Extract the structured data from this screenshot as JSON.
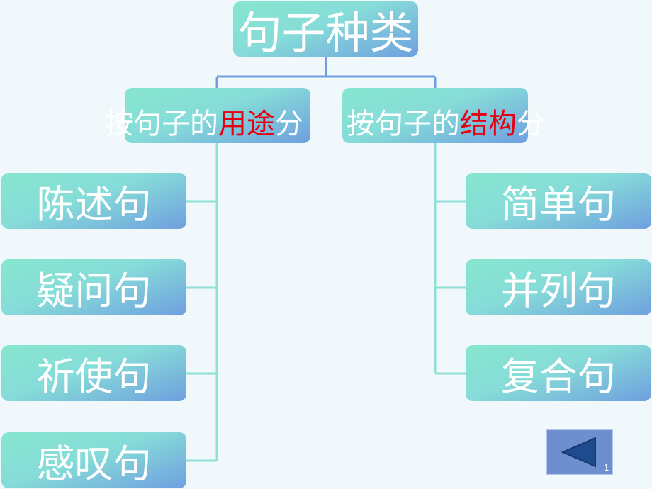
{
  "root": {
    "label": "句子种类"
  },
  "categories": [
    {
      "prefix": "按句子的",
      "highlight": "用途",
      "suffix": "分"
    },
    {
      "prefix": "按句子的",
      "highlight": "结构",
      "suffix": "分"
    }
  ],
  "by_use": [
    {
      "label": "陈述句"
    },
    {
      "label": "疑问句"
    },
    {
      "label": "祈使句"
    },
    {
      "label": "感叹句"
    }
  ],
  "by_structure": [
    {
      "label": "简单句"
    },
    {
      "label": "并列句"
    },
    {
      "label": "复合句"
    }
  ],
  "nav": {
    "back_icon": "triangle-left-icon",
    "page_number": "1"
  },
  "colors": {
    "highlight": "#e60012",
    "root_connector": "#6f9fe0",
    "branch_connector": "#8ee0d6",
    "button": "#6d8fcf"
  }
}
